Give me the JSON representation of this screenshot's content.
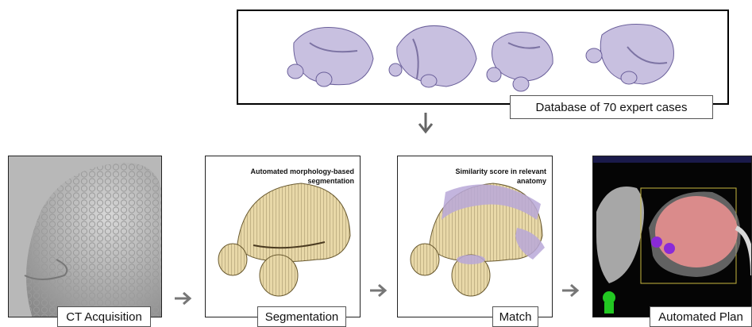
{
  "database": {
    "label": "Database of 70 expert cases"
  },
  "stages": [
    {
      "caption": "CT Acquisition"
    },
    {
      "caption": "Segmentation",
      "annotation_line1": "Automated morphology-based",
      "annotation_line2": "segmentation"
    },
    {
      "caption": "Match",
      "annotation_line1": "Similarity score in relevant",
      "annotation_line2": "anatomy"
    },
    {
      "caption": "Automated Plan"
    }
  ],
  "colors": {
    "segmentation": "#e8d8a8",
    "match_overlay": "#b8a8d8",
    "plan_target": "#e89090",
    "database_shape": "#c8c0e0"
  }
}
